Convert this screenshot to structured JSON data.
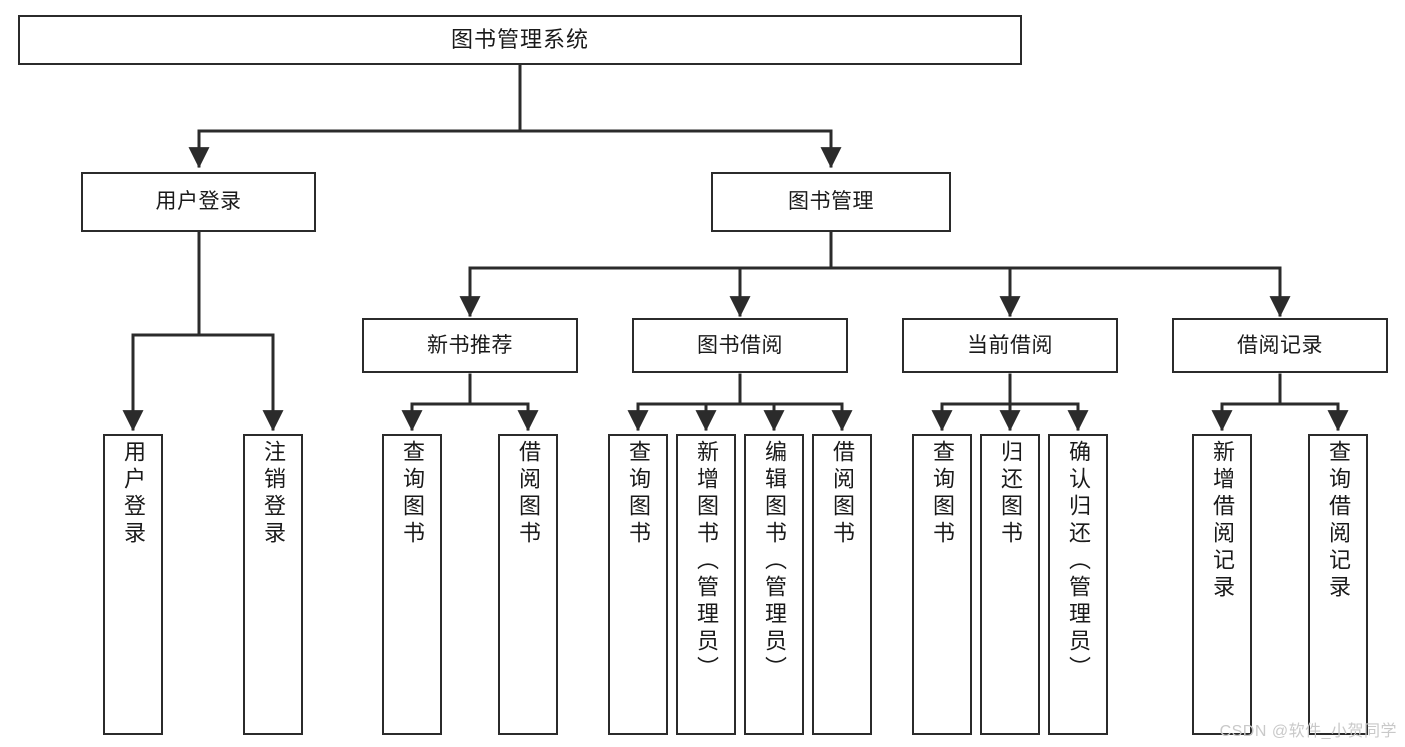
{
  "diagram": {
    "type": "tree",
    "title": "图书管理系统",
    "watermark": "CSDN @软件_小贺同学",
    "colors": {
      "box_border": "#2b2b2b",
      "box_fill": "#ffffff",
      "connector": "#2b2b2b",
      "text": "#1a1a1a",
      "watermark": "#c9c9c9",
      "background": "#ffffff"
    },
    "nodes": {
      "root": {
        "label": "图书管理系统"
      },
      "level2": [
        {
          "label": "用户登录"
        },
        {
          "label": "图书管理"
        }
      ],
      "level3": [
        {
          "label": "新书推荐"
        },
        {
          "label": "图书借阅"
        },
        {
          "label": "当前借阅"
        },
        {
          "label": "借阅记录"
        }
      ],
      "leaves_user_login": [
        {
          "label": "用户登录"
        },
        {
          "label": "注销登录"
        }
      ],
      "leaves_new_books": [
        {
          "label": "查询图书"
        },
        {
          "label": "借阅图书"
        }
      ],
      "leaves_borrow": [
        {
          "label": "查询图书"
        },
        {
          "label": "新增图书（管理员）"
        },
        {
          "label": "编辑图书（管理员）"
        },
        {
          "label": "借阅图书"
        }
      ],
      "leaves_current": [
        {
          "label": "查询图书"
        },
        {
          "label": "归还图书"
        },
        {
          "label": "确认归还（管理员）"
        }
      ],
      "leaves_records": [
        {
          "label": "新增借阅记录"
        },
        {
          "label": "查询借阅记录"
        }
      ]
    }
  }
}
